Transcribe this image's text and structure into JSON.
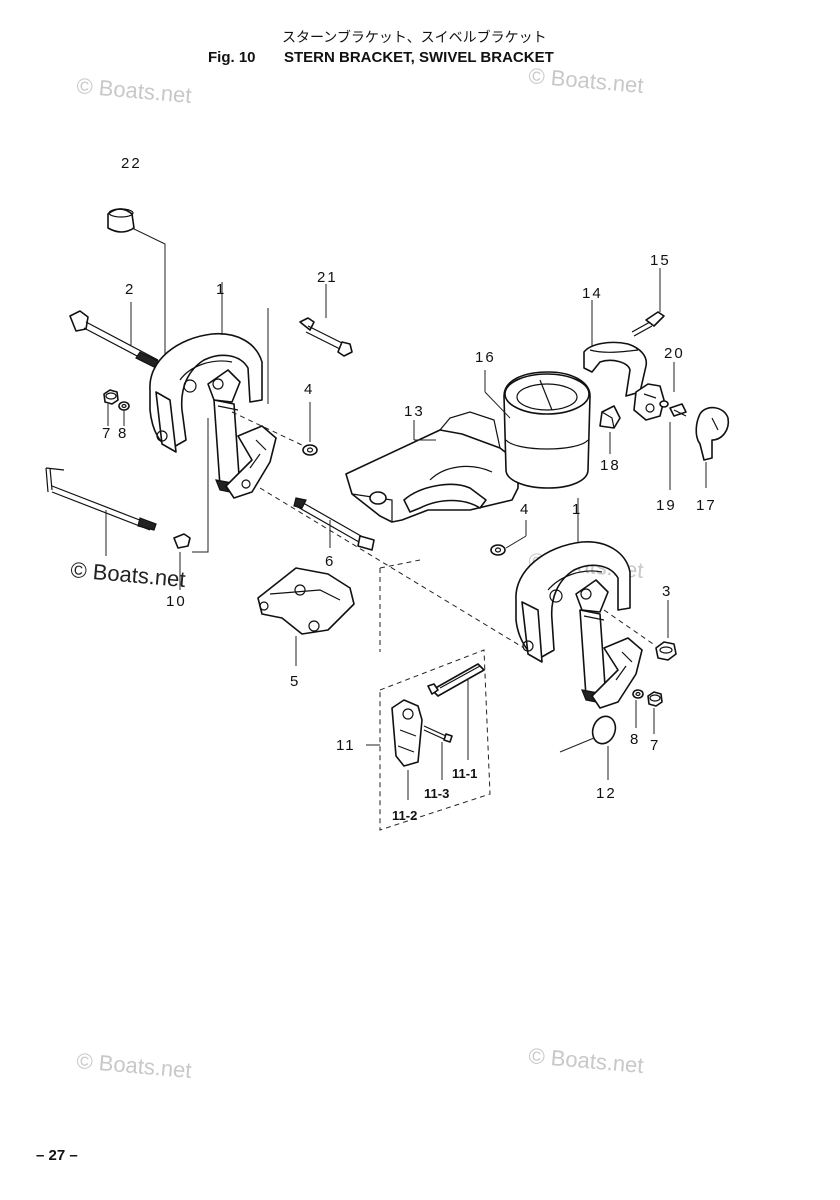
{
  "header": {
    "title_jp": "スターンブラケット、スイベルブラケット",
    "fig_label": "Fig. 10",
    "title_en": "STERN BRACKET, SWIVEL BRACKET"
  },
  "callouts": {
    "c22": "22",
    "c2": "2",
    "c1a": "1",
    "c21": "21",
    "c15": "15",
    "c14": "14",
    "c16": "16",
    "c20": "20",
    "c4a": "4",
    "c13": "13",
    "c7a": "7",
    "c8a": "8",
    "c18": "18",
    "c19": "19",
    "c17": "17",
    "c4b": "4",
    "c1b": "1",
    "c6": "6",
    "c10": "10",
    "c3": "3",
    "c5": "5",
    "c11": "11",
    "c11_1": "11-1",
    "c11_3": "11-3",
    "c11_2": "11-2",
    "c8b": "8",
    "c7b": "7",
    "c12": "12"
  },
  "watermarks": {
    "w1": "© Boats.net",
    "w2": "© Boats.net",
    "w3": "© Boats.net",
    "w4": "© Boats.net",
    "w5": "© Boats.net",
    "w6": "© Boats.net"
  },
  "footer": {
    "page_number": "– 27 –"
  }
}
